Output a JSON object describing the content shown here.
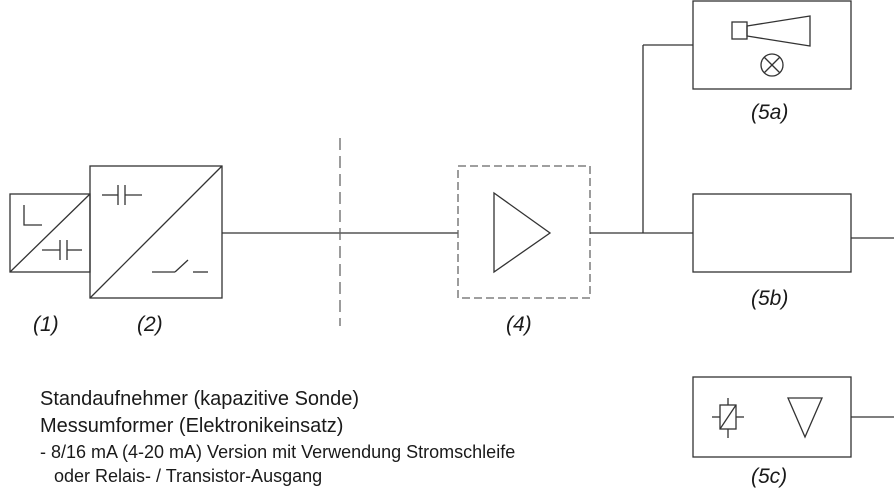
{
  "labels": {
    "l1": "(1)",
    "l2": "(2)",
    "l4": "(4)",
    "l5a": "(5a)",
    "l5b": "(5b)",
    "l5c": "(5c)"
  },
  "legend": {
    "line1": "Standaufnehmer (kapazitive Sonde)",
    "line2": "Messumformer (Elektronikeinsatz)",
    "line3": "- 8/16 mA (4-20 mA) Version mit Verwendung Stromschleife",
    "line4": "oder Relais- / Transistor-Ausgang"
  },
  "colors": {
    "stroke": "#333333",
    "dashed": "#666666",
    "background": "#ffffff"
  }
}
